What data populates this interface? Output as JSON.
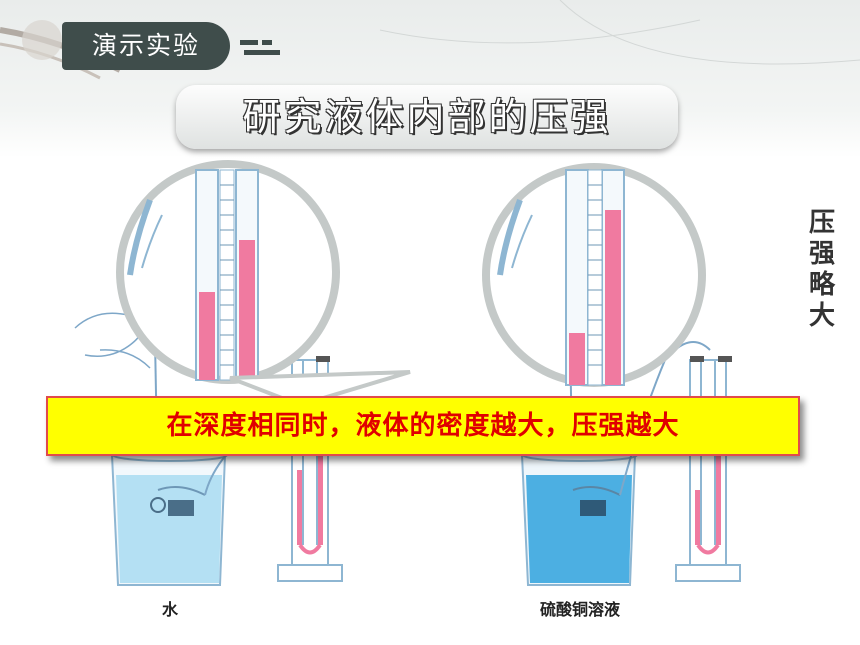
{
  "header": {
    "section_label": "演示实验",
    "title": "研究液体内部的压强"
  },
  "side_note": "压强略大",
  "captions": {
    "left": "水",
    "right": "硫酸铜溶液"
  },
  "conclusion": "在深度相同时，液体的密度越大，压强越大",
  "colors": {
    "accent_dark": "#3f4d4b",
    "liquid_level": "#f07aa0",
    "water": "#a9dcf1",
    "copper_sulfate": "#3aa7df",
    "highlight": "#ffff00",
    "conclusion_text": "#e00000"
  }
}
